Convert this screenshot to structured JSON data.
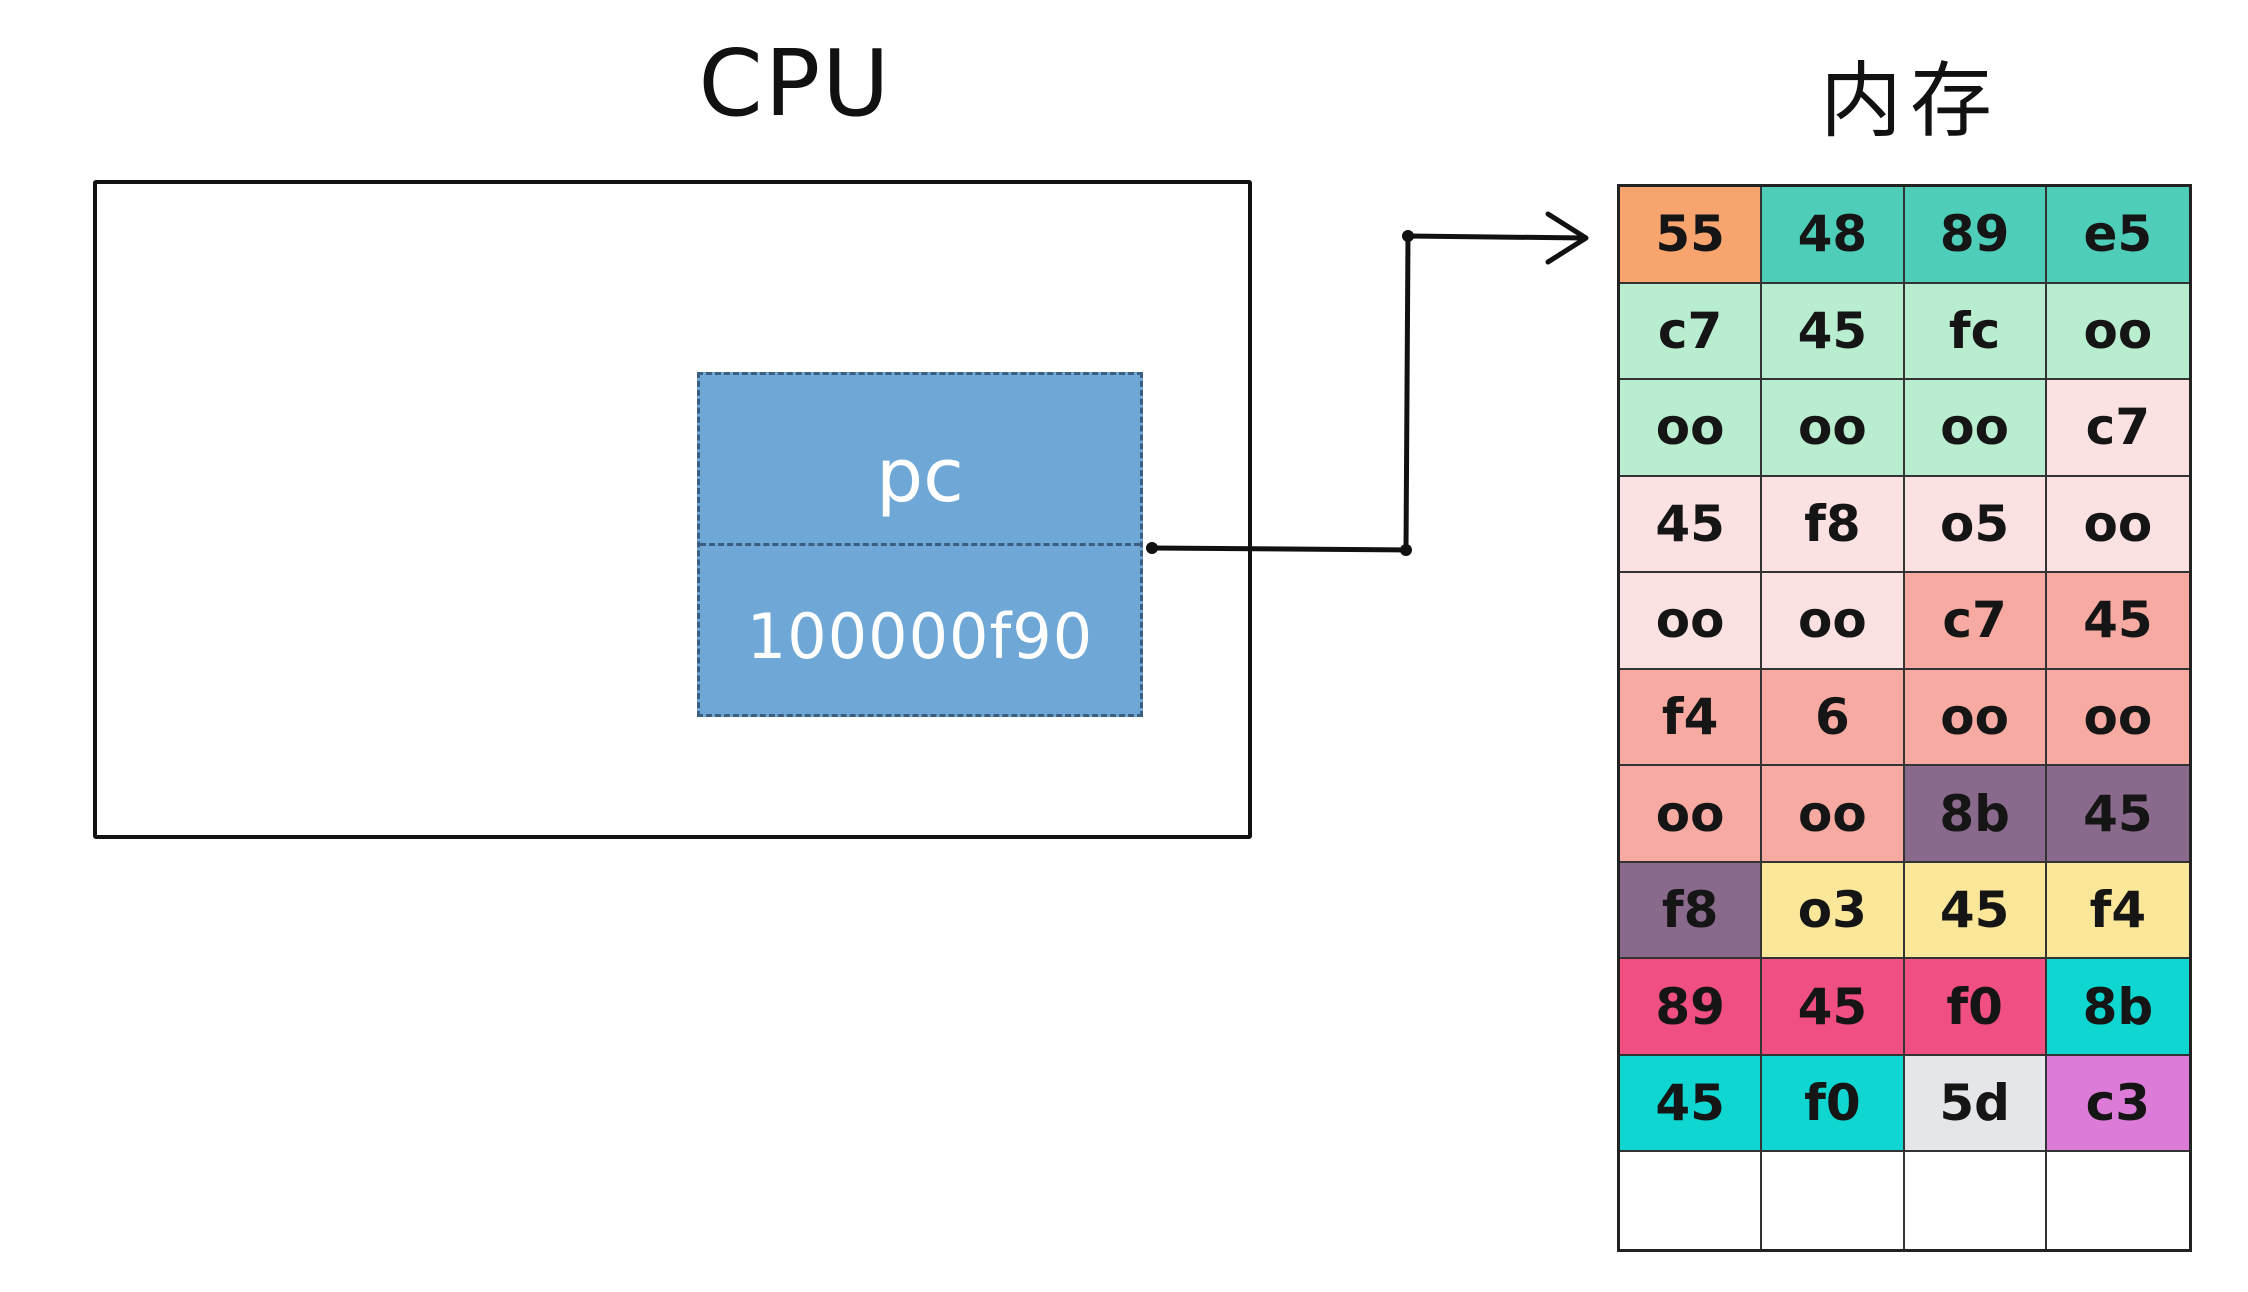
{
  "titles": {
    "cpu": "CPU",
    "memory": "内存"
  },
  "register": {
    "name": "pc",
    "value": "100000f90",
    "fill": "#6fa8d6",
    "border": "#3a5f80"
  },
  "memory": {
    "columns": 4,
    "rows": [
      [
        {
          "v": "55",
          "c": "#f7a46e"
        },
        {
          "v": "48",
          "c": "#4ecdb8"
        },
        {
          "v": "89",
          "c": "#4ecdb8"
        },
        {
          "v": "e5",
          "c": "#4ecdb8"
        }
      ],
      [
        {
          "v": "c7",
          "c": "#b9edcf"
        },
        {
          "v": "45",
          "c": "#b9edcf"
        },
        {
          "v": "fc",
          "c": "#b9edcf"
        },
        {
          "v": "oo",
          "c": "#b9edcf"
        }
      ],
      [
        {
          "v": "oo",
          "c": "#b9edcf"
        },
        {
          "v": "oo",
          "c": "#b9edcf"
        },
        {
          "v": "oo",
          "c": "#b9edcf"
        },
        {
          "v": "c7",
          "c": "#fbe1e1"
        }
      ],
      [
        {
          "v": "45",
          "c": "#fbe1e1"
        },
        {
          "v": "f8",
          "c": "#fbe1e1"
        },
        {
          "v": "o5",
          "c": "#fbe1e1"
        },
        {
          "v": "oo",
          "c": "#fbe1e1"
        }
      ],
      [
        {
          "v": "oo",
          "c": "#fbe1e1"
        },
        {
          "v": "oo",
          "c": "#fbe1e1"
        },
        {
          "v": "c7",
          "c": "#f6aaa2"
        },
        {
          "v": "45",
          "c": "#f6aaa2"
        }
      ],
      [
        {
          "v": "f4",
          "c": "#f6aaa2"
        },
        {
          "v": "6",
          "c": "#f6aaa2"
        },
        {
          "v": "oo",
          "c": "#f6aaa2"
        },
        {
          "v": "oo",
          "c": "#f6aaa2"
        }
      ],
      [
        {
          "v": "oo",
          "c": "#f6aaa2"
        },
        {
          "v": "oo",
          "c": "#f6aaa2"
        },
        {
          "v": "8b",
          "c": "#8a6a8c"
        },
        {
          "v": "45",
          "c": "#8a6a8c"
        }
      ],
      [
        {
          "v": "f8",
          "c": "#8a6a8c"
        },
        {
          "v": "o3",
          "c": "#fbe79a"
        },
        {
          "v": "45",
          "c": "#fbe79a"
        },
        {
          "v": "f4",
          "c": "#fbe79a"
        }
      ],
      [
        {
          "v": "89",
          "c": "#ef4f81"
        },
        {
          "v": "45",
          "c": "#ef4f81"
        },
        {
          "v": "f0",
          "c": "#ef4f81"
        },
        {
          "v": "8b",
          "c": "#0fd6d0"
        }
      ],
      [
        {
          "v": "45",
          "c": "#0fd6d0"
        },
        {
          "v": "f0",
          "c": "#0fd6d0"
        },
        {
          "v": "5d",
          "c": "#e4e6e9"
        },
        {
          "v": "c3",
          "c": "#dd7bd8"
        }
      ],
      [
        {
          "v": "",
          "c": "#ffffff"
        },
        {
          "v": "",
          "c": "#ffffff"
        },
        {
          "v": "",
          "c": "#ffffff"
        },
        {
          "v": "",
          "c": "#ffffff"
        }
      ]
    ]
  },
  "colors": {
    "stroke": "#111111"
  }
}
